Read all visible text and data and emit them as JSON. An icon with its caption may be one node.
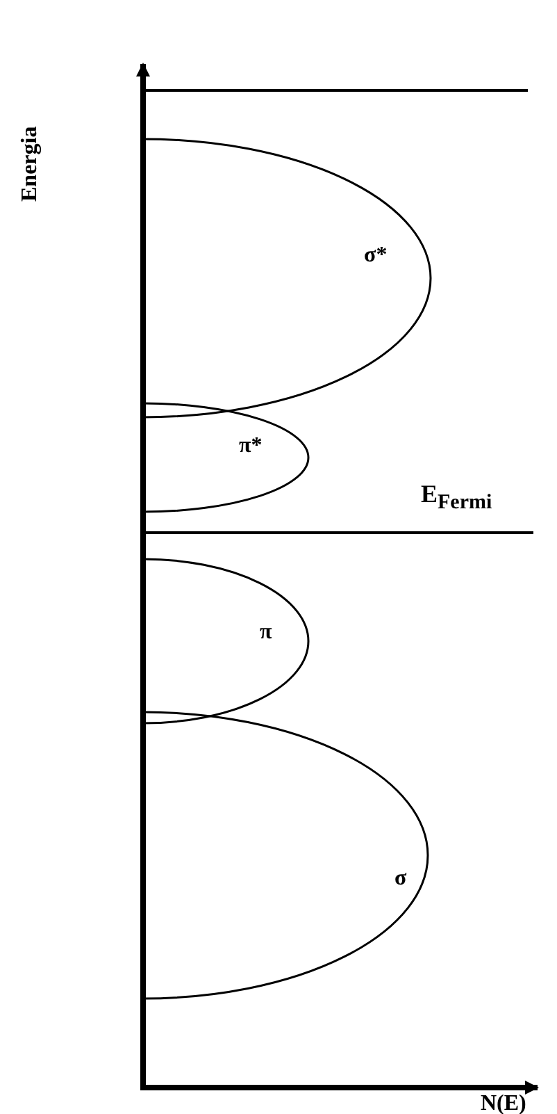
{
  "diagram": {
    "nodes": [
      {
        "text": [
          "σ*"
        ]
      },
      {
        "text": [
          "π*"
        ]
      },
      {
        "text": [
          "π"
        ]
      },
      {
        "text": [
          "σ"
        ]
      }
    ],
    "edges": [],
    "labels": [
      "Energia",
      "E$_{Fermi}$",
      "N(E)"
    ]
  }
}
